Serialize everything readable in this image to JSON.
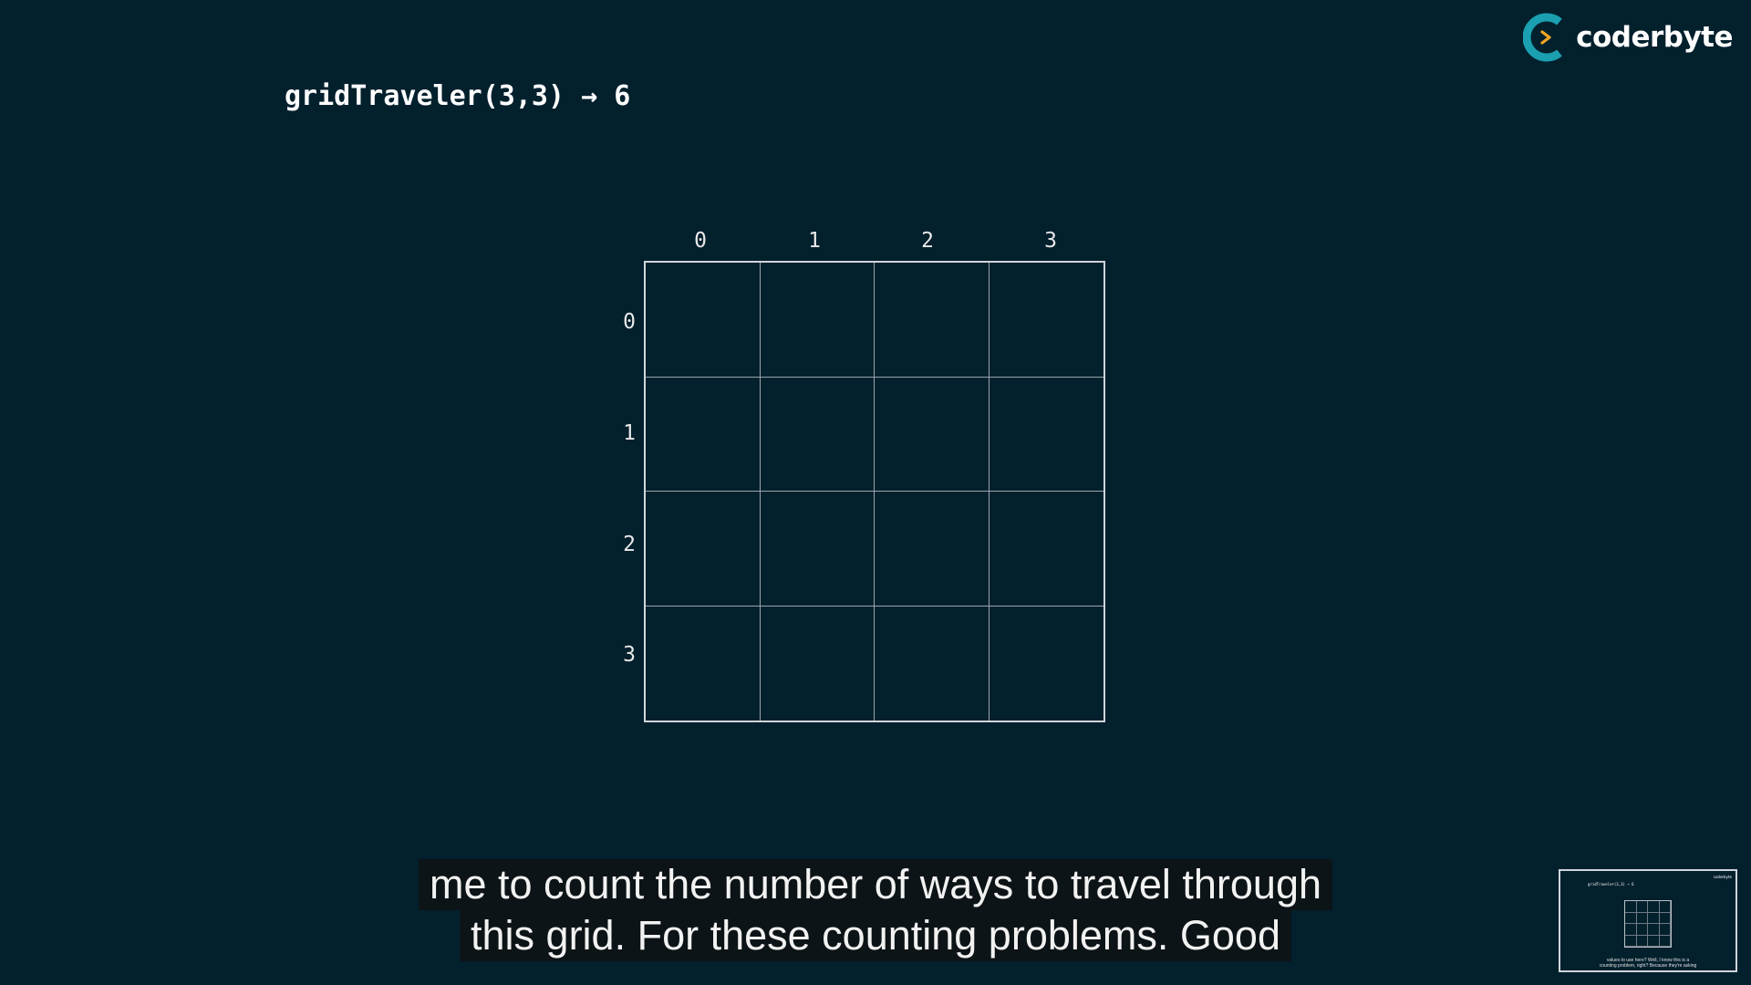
{
  "brand": {
    "name": "coderbyte",
    "accent_color": "#1aa0b0",
    "icon": "coderbyte-logo-icon"
  },
  "slide": {
    "code_title": "gridTraveler(3,3) → 6",
    "columns": [
      "0",
      "1",
      "2",
      "3"
    ],
    "rows": [
      "0",
      "1",
      "2",
      "3"
    ]
  },
  "captions": {
    "line1": "me to count the number of ways to travel through",
    "line2": "this grid. For these counting problems. Good"
  },
  "thumbnail": {
    "title": "gridTraveler(3,3) → 6",
    "logo_text": "coderbyte",
    "caption_line1": "values to use here? Well, I know this is a",
    "caption_line2": "counting problem, right? Because they're asking"
  }
}
